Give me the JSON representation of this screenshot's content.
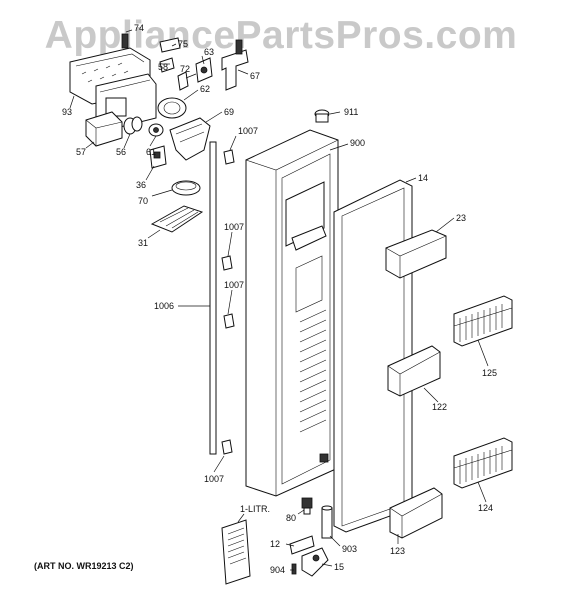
{
  "watermark": "AppliancePartsPros.com",
  "art_number": "(ART NO. WR19213 C2)",
  "parts": [
    {
      "id": "74",
      "label": "74"
    },
    {
      "id": "75",
      "label": "75"
    },
    {
      "id": "58",
      "label": "58"
    },
    {
      "id": "63",
      "label": "63"
    },
    {
      "id": "72",
      "label": "72"
    },
    {
      "id": "67",
      "label": "67"
    },
    {
      "id": "62",
      "label": "62"
    },
    {
      "id": "93",
      "label": "93"
    },
    {
      "id": "69",
      "label": "69"
    },
    {
      "id": "911",
      "label": "911"
    },
    {
      "id": "57",
      "label": "57"
    },
    {
      "id": "56",
      "label": "56"
    },
    {
      "id": "61",
      "label": "61"
    },
    {
      "id": "1007a",
      "label": "1007"
    },
    {
      "id": "900",
      "label": "900"
    },
    {
      "id": "36",
      "label": "36"
    },
    {
      "id": "14",
      "label": "14"
    },
    {
      "id": "70",
      "label": "70"
    },
    {
      "id": "23",
      "label": "23"
    },
    {
      "id": "1007b",
      "label": "1007"
    },
    {
      "id": "31",
      "label": "31"
    },
    {
      "id": "1007c",
      "label": "1007"
    },
    {
      "id": "1006",
      "label": "1006"
    },
    {
      "id": "125",
      "label": "125"
    },
    {
      "id": "122",
      "label": "122"
    },
    {
      "id": "1007d",
      "label": "1007"
    },
    {
      "id": "124",
      "label": "124"
    },
    {
      "id": "1-LITR",
      "label": "1-LITR."
    },
    {
      "id": "80",
      "label": "80"
    },
    {
      "id": "12",
      "label": "12"
    },
    {
      "id": "903",
      "label": "903"
    },
    {
      "id": "123",
      "label": "123"
    },
    {
      "id": "904",
      "label": "904"
    },
    {
      "id": "15",
      "label": "15"
    }
  ]
}
